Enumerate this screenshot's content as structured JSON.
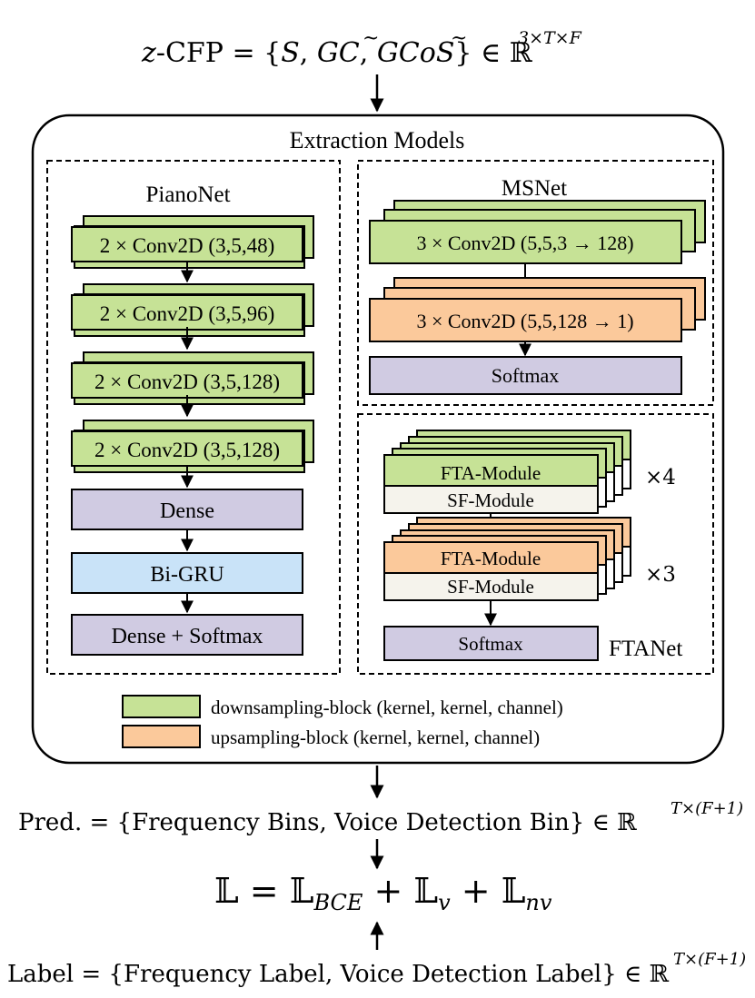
{
  "top_formula": {
    "lhs_italic": "z",
    "lhs_text": "-CFP",
    "eq": " = {",
    "s": "S",
    "sep1": ", ",
    "gc": "GC",
    "gc_tilde": "~",
    "sep2": ", ",
    "gcos": "GCoS",
    "gcos_tilde": "~",
    "close": "} ∈ ℝ",
    "exponent": "3×T×F"
  },
  "extraction": {
    "title": "Extraction Models"
  },
  "pianonet": {
    "title": "PianoNet",
    "blocks": [
      "2 × Conv2D (3,5,48)",
      "2 × Conv2D (3,5,96)",
      "2 × Conv2D (3,5,128)",
      "2 × Conv2D (3,5,128)"
    ],
    "dense": "Dense",
    "bigru": "Bi-GRU",
    "dense_softmax": "Dense + Softmax"
  },
  "msnet": {
    "title": "MSNet",
    "down_block": "3 × Conv2D (5,5,3 → 128)",
    "up_block": "3 × Conv2D (5,5,128 → 1)",
    "softmax": "Softmax"
  },
  "ftanet": {
    "title": "FTANet",
    "fta_module": "FTA-Module",
    "sf_module": "SF-Module",
    "repeat_down": "×4",
    "repeat_up": "×3",
    "softmax": "Softmax"
  },
  "legend": {
    "down": "downsampling-block (kernel, kernel, channel)",
    "up": "upsampling-block (kernel, kernel, channel)"
  },
  "pred_formula": {
    "text": "Pred. = {Frequency Bins, Voice Detection Bin} ∈ ℝ",
    "exponent": "T×(F+1)"
  },
  "loss_formula": {
    "L": "𝕃",
    "eq": " = ",
    "sub_bce": "BCE",
    "plus": " + ",
    "sub_v": "v",
    "sub_nv": "nv"
  },
  "label_formula": {
    "text": "Label = {Frequency Label, Voice Detection Label} ∈ ℝ",
    "exponent": "T×(F+1)"
  },
  "colors": {
    "green": "#c6e296",
    "orange": "#fbc99b",
    "purple": "#d0cbe2",
    "blue": "#c9e3f8",
    "cream": "#f5f3ec",
    "stroke": "#000000"
  }
}
